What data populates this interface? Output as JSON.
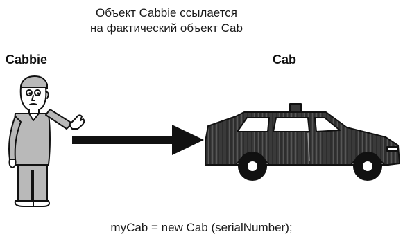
{
  "caption": {
    "line1": "Объект Cabbie ссылается",
    "line2": "на фактический объект Cab"
  },
  "labels": {
    "cabbie": "Cabbie",
    "cab": "Cab"
  },
  "code": "myCab = new Cab (serialNumber);",
  "colors": {
    "ink": "#111111",
    "cab_body": "#3a3a3a",
    "person_fill": "#b9b9b9",
    "background": "#ffffff"
  },
  "icons": {
    "cabbie": "person-pointing-icon",
    "cab": "taxi-car-icon",
    "reference": "arrow-right-icon"
  }
}
